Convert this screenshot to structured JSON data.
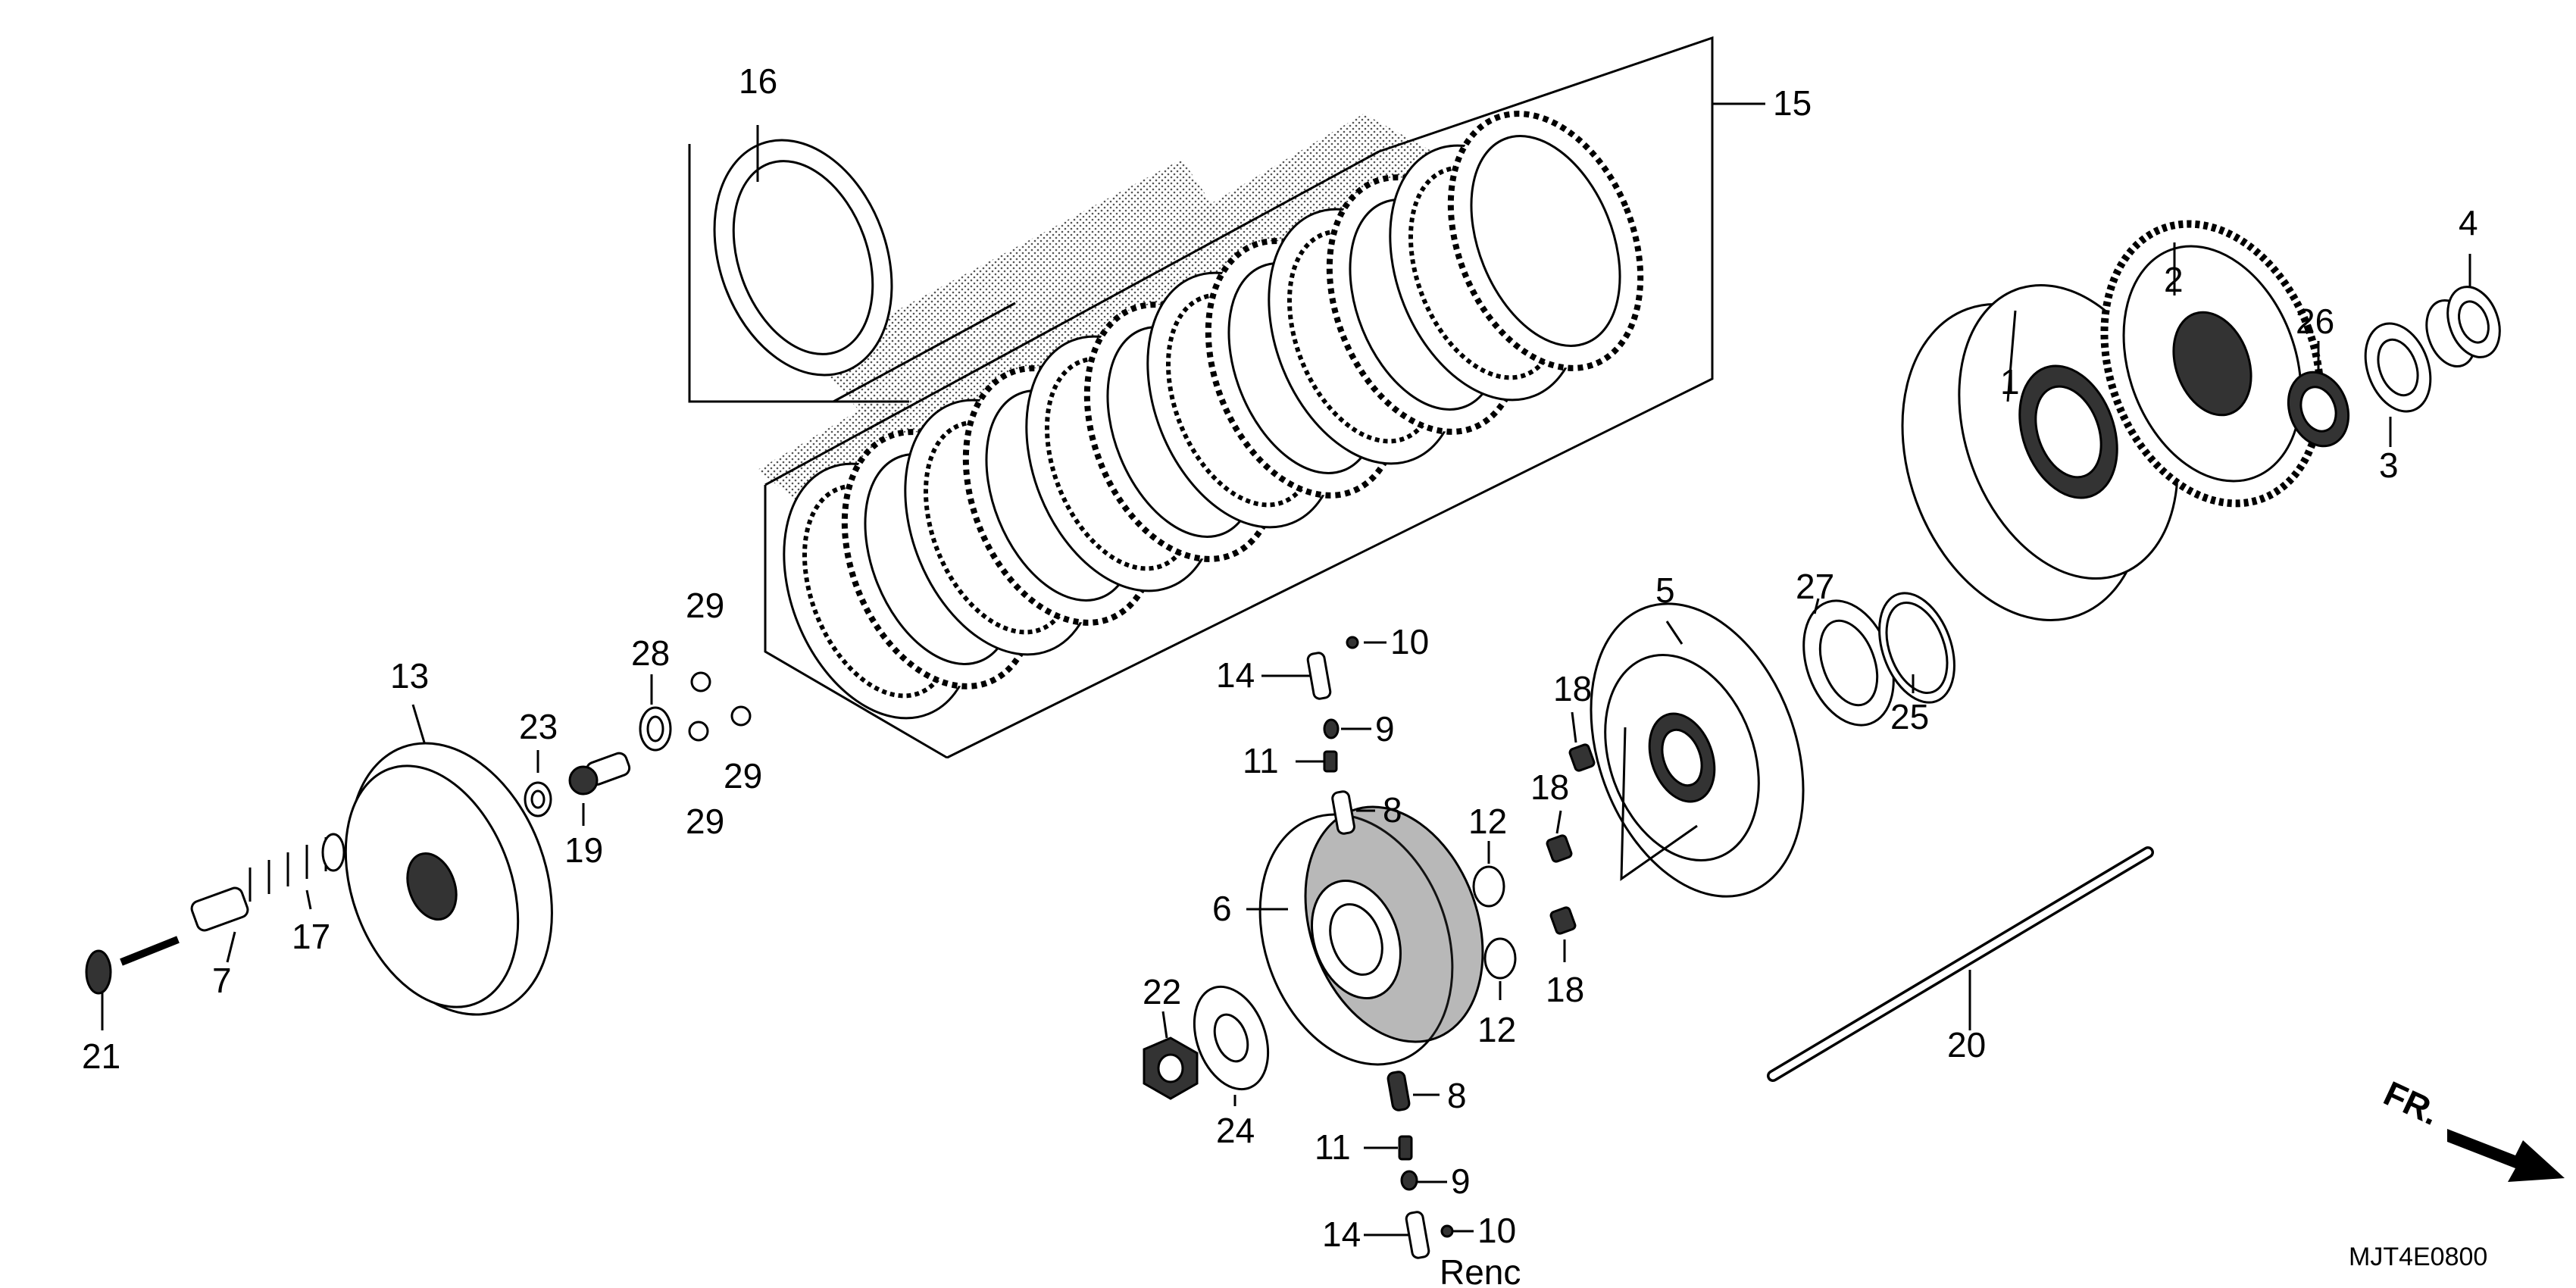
{
  "diagram_code": "MJT4E0800",
  "direction_label": "FR.",
  "partial_text": "Renc",
  "callouts": {
    "c1": "1",
    "c2": "2",
    "c3": "3",
    "c4": "4",
    "c5": "5",
    "c6": "6",
    "c7": "7",
    "c8a": "8",
    "c8b": "8",
    "c9a": "9",
    "c9b": "9",
    "c10a": "10",
    "c10b": "10",
    "c11a": "11",
    "c11b": "11",
    "c12a": "12",
    "c12b": "12",
    "c13": "13",
    "c14a": "14",
    "c14b": "14",
    "c15": "15",
    "c16": "16",
    "c17": "17",
    "c18a": "18",
    "c18b": "18",
    "c18c": "18",
    "c19": "19",
    "c20": "20",
    "c21": "21",
    "c22": "22",
    "c23": "23",
    "c24": "24",
    "c25": "25",
    "c26": "26",
    "c27": "27",
    "c28": "28",
    "c29a": "29",
    "c29b": "29",
    "c29c": "29"
  }
}
